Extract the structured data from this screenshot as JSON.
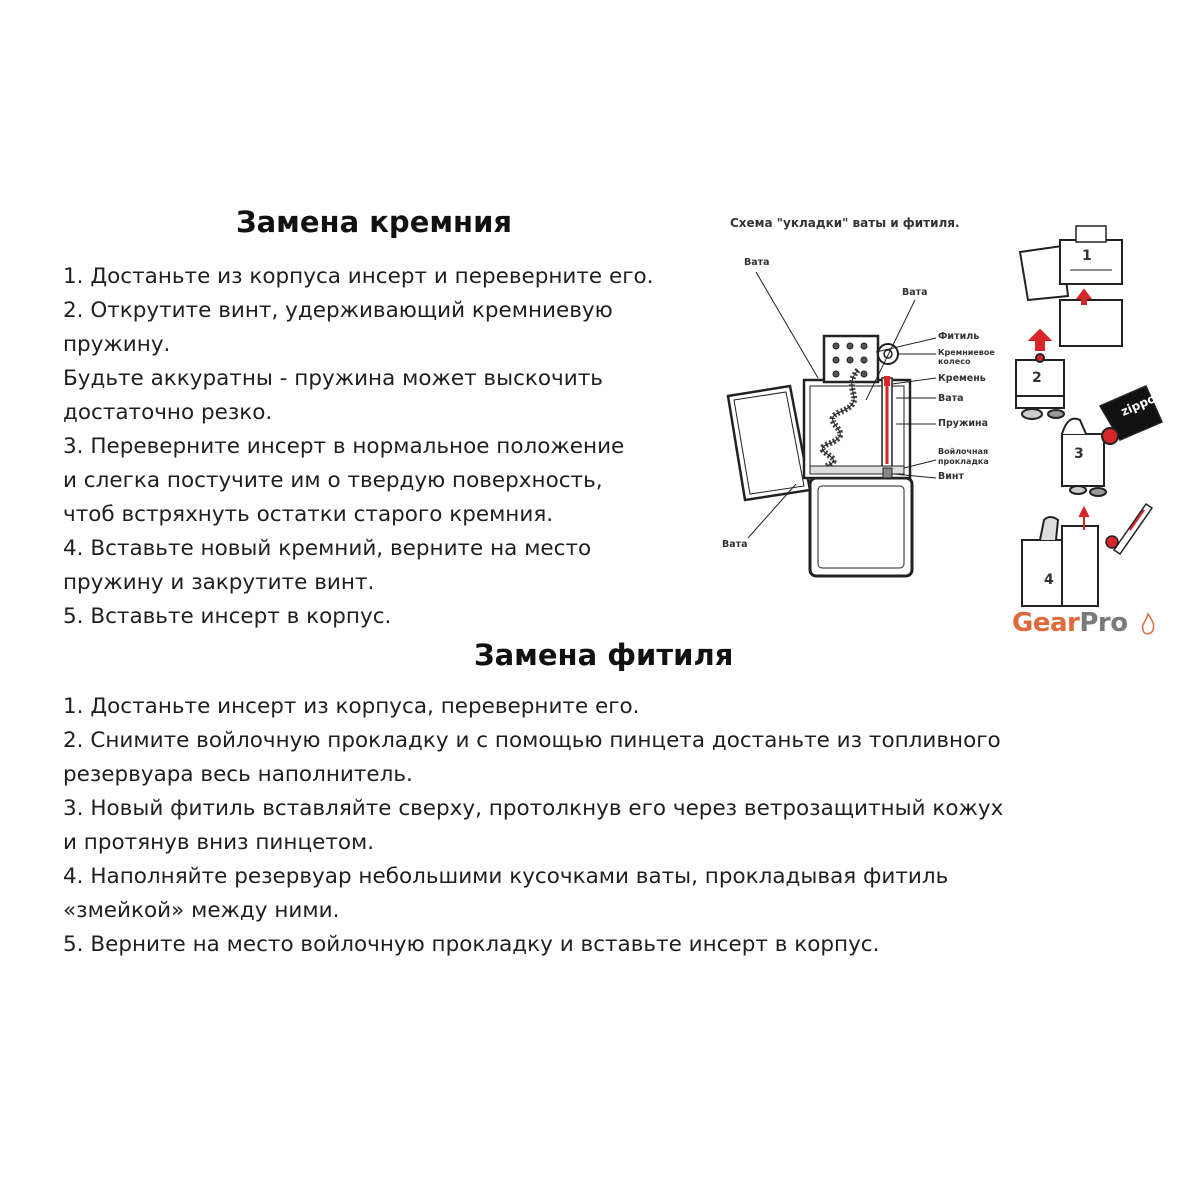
{
  "flint_section": {
    "title": "Замена кремния",
    "steps": [
      "1. Достаньте из корпуса инсерт и переверните его.",
      "2. Открутите винт, удерживающий кремниевую",
      "пружину.",
      "Будьте аккуратны - пружина может выскочить",
      "достаточно резко.",
      "3. Переверните инсерт в нормальное положение",
      "и слегка постучите им о твердую поверхность,",
      "чтоб встряхнуть остатки старого кремния.",
      "4. Вставьте новый кремний, верните на место",
      "пружину и закрутите винт.",
      "5. Вставьте инсерт в корпус."
    ]
  },
  "wick_section": {
    "title": "Замена фитиля",
    "steps": [
      "1. Достаньте инсерт из корпуса, переверните его.",
      "2. Снимите войлочную прокладку и с помощью пинцета достаньте из топливного",
      "резервуара весь наполнитель.",
      "3. Новый фитиль вставляйте сверху, протолкнув его через ветрозащитный кожух",
      "и протянув вниз пинцетом.",
      "4. Наполняйте резервуар небольшими кусочками ваты, прокладывая фитиль",
      "«змейкой» между ними.",
      "5. Верните на место войлочную прокладку и вставьте инсерт в корпус."
    ]
  },
  "diagram": {
    "title": "Схема \"укладки\" ваты и фитиля.",
    "labels": {
      "cotton_top_left": "Вата",
      "cotton_top": "Вата",
      "wick": "Фитиль",
      "flint_wheel_1": "Кремниевое",
      "flint_wheel_2": "колесо",
      "flint": "Кремень",
      "cotton_mid": "Вата",
      "spring": "Пружина",
      "felt_pad_1": "Войлочная",
      "felt_pad_2": "прокладка",
      "screw": "Винт",
      "cotton_bottom": "Вата"
    },
    "step_numbers": [
      "1",
      "2",
      "3",
      "4"
    ],
    "brand_on_pad": "zippo"
  },
  "logo": {
    "part1": "Gear",
    "part2": "Pro"
  },
  "colors": {
    "accent_red": "#d7262a",
    "logo_orange": "#e0683a",
    "logo_grey": "#7a7a7a"
  }
}
